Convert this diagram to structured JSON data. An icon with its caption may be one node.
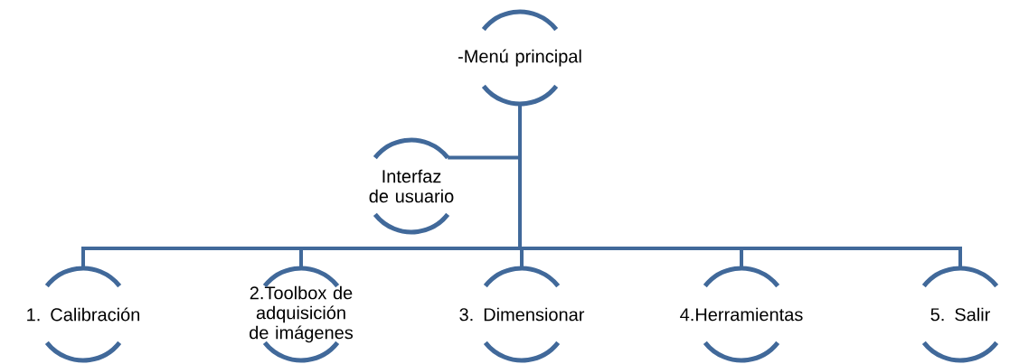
{
  "diagram": {
    "nodes": [
      {
        "text": [
          "-Menú principal"
        ]
      },
      {
        "text": [
          "Interfaz de usuario"
        ]
      },
      {
        "text": [
          "1. Calibración"
        ]
      },
      {
        "text": [
          "2.Toolbox de adquisición de imágenes"
        ]
      },
      {
        "text": [
          "3. Dimensionar"
        ]
      },
      {
        "text": [
          "4.Herramientas"
        ]
      },
      {
        "text": [
          "5. Salir"
        ]
      }
    ],
    "edges": [
      {
        "from": 0,
        "to": 1,
        "arrow": "none"
      },
      {
        "from": 0,
        "to": 2,
        "arrow": "none"
      },
      {
        "from": 0,
        "to": 3,
        "arrow": "none"
      },
      {
        "from": 0,
        "to": 4,
        "arrow": "none"
      },
      {
        "from": 0,
        "to": 5,
        "arrow": "none"
      },
      {
        "from": 0,
        "to": 6,
        "arrow": "none"
      }
    ]
  }
}
